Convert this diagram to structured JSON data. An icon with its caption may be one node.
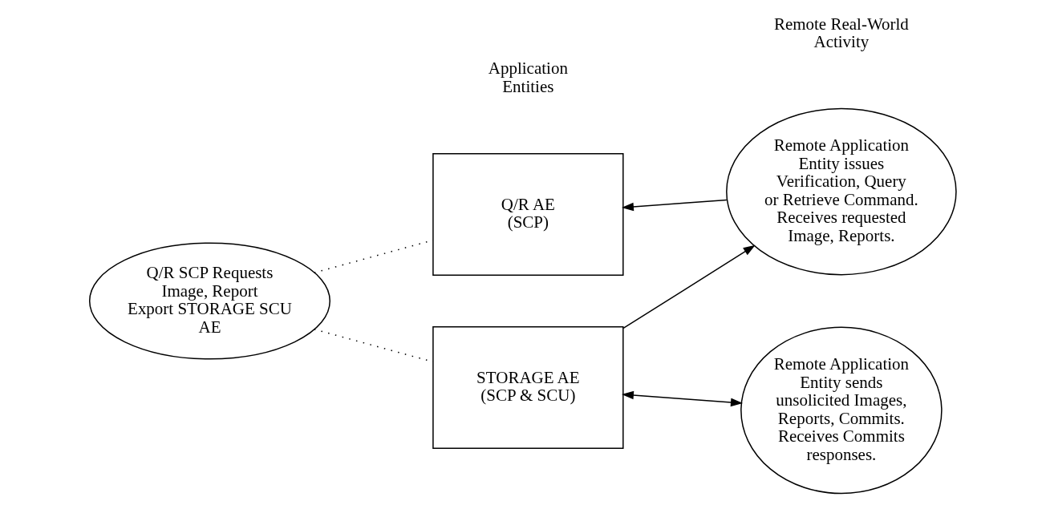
{
  "diagram": {
    "nodes": [
      {
        "text": [
          "Q/R SCP Requests Image, Report Export STORAGE SCU AE"
        ]
      },
      {
        "text": [
          "Q/R AE",
          "(SCP)"
        ]
      },
      {
        "text": [
          "STORAGE AE",
          "(SCP & SCU)"
        ]
      },
      {
        "text": [
          "Remote Application Entity issues Verification, Query or Retrieve Command. Receives requested Image, Reports."
        ]
      },
      {
        "text": [
          "Remote Application Entity sends unsolicited Images, Reports, Commits. Receives Commits responses."
        ]
      }
    ],
    "edges": [
      {
        "from": 0,
        "to": 1,
        "arrow": "none",
        "style": "dashed"
      },
      {
        "from": 0,
        "to": 2,
        "arrow": "none",
        "style": "dashed"
      },
      {
        "from": 3,
        "to": 1,
        "arrow": "to"
      },
      {
        "from": 2,
        "to": 3,
        "arrow": "to"
      },
      {
        "from": 2,
        "to": 4,
        "arrow": "both"
      }
    ],
    "labels": [
      "Application Entities",
      "Remote Real-World Activity"
    ]
  }
}
